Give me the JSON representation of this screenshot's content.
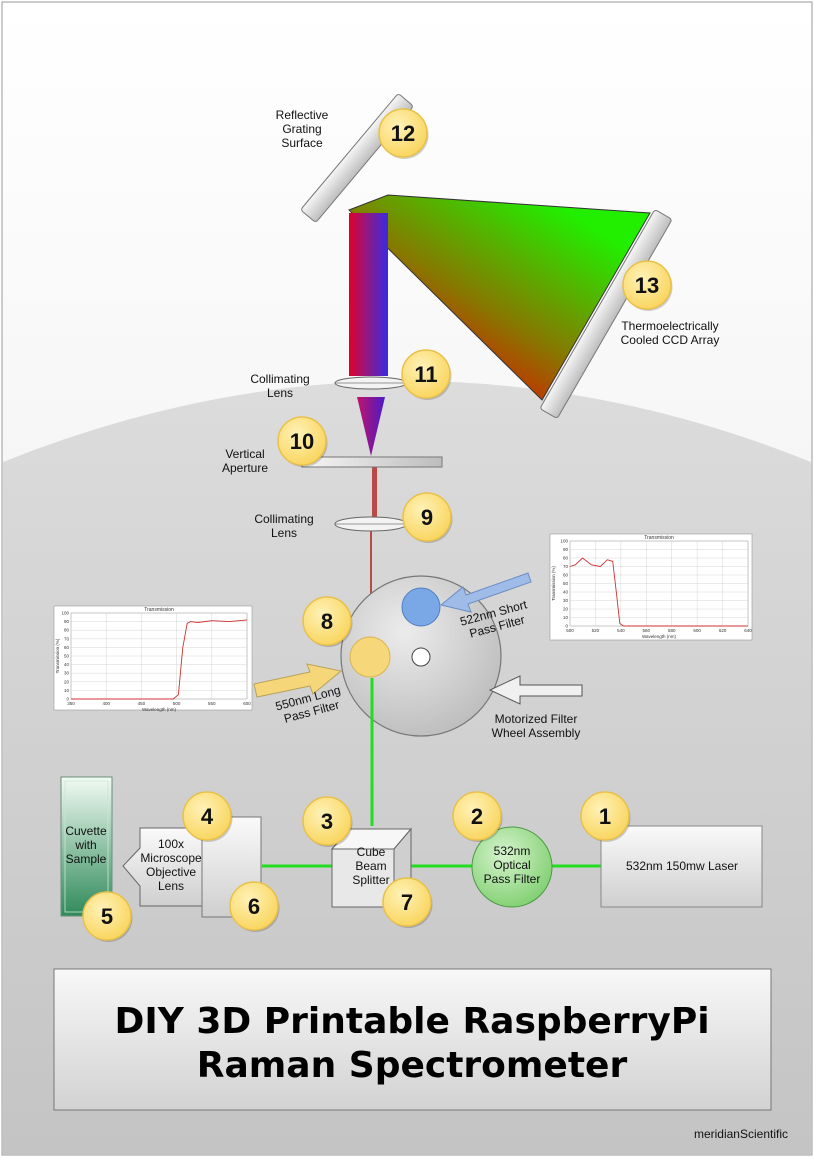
{
  "title": {
    "line1": "DIY 3D Printable RaspberryPi",
    "line2": "Raman Spectrometer"
  },
  "credit": "meridianScientific",
  "components": [
    {
      "n": "1",
      "lines": [
        "532nm 150mw Laser"
      ]
    },
    {
      "n": "2",
      "lines": [
        "532nm",
        "Optical",
        "Pass Filter"
      ]
    },
    {
      "n": "3",
      "lines": [
        "Cube",
        "Beam",
        "Splitter"
      ]
    },
    {
      "n": "4",
      "lines": [
        "100x",
        "Microscope",
        "Objective",
        "Lens"
      ]
    },
    {
      "n": "5",
      "lines": [
        "Cuvette",
        "with",
        "Sample"
      ]
    },
    {
      "n": "6",
      "lines": []
    },
    {
      "n": "7",
      "lines": []
    },
    {
      "n": "8",
      "lines": [
        "550nm Long",
        "Pass Filter"
      ]
    },
    {
      "n": "9",
      "lines": [
        "Collimating",
        "Lens"
      ]
    },
    {
      "n": "10",
      "lines": [
        "Vertical",
        "Aperture"
      ]
    },
    {
      "n": "11",
      "lines": [
        "Collimating",
        "Lens"
      ]
    },
    {
      "n": "12",
      "lines": [
        "Reflective",
        "Grating",
        "Surface"
      ]
    },
    {
      "n": "13",
      "lines": [
        "Thermoelectrically",
        "Cooled CCD Array"
      ]
    }
  ],
  "filter_wheel": {
    "lines": [
      "Motorized Filter",
      "Wheel Assembly"
    ],
    "short_pass_lines": [
      "522nm Short",
      "Pass Filter"
    ]
  },
  "charts": {
    "long_pass": {
      "title": "Transmission",
      "ylabel": "Transmission (%)",
      "xlabel": "Wavelength (nm)",
      "yticks": [
        "100",
        "90",
        "80",
        "70",
        "60",
        "50",
        "40",
        "30",
        "20",
        "10",
        "0"
      ],
      "xticks": [
        "350",
        "400",
        "450",
        "500",
        "550",
        "600"
      ]
    },
    "short_pass": {
      "title": "Transmission",
      "ylabel": "Transmission (%)",
      "xlabel": "Wavelength (nm)",
      "yticks": [
        "100",
        "90",
        "80",
        "70",
        "60",
        "50",
        "40",
        "30",
        "20",
        "10",
        "0"
      ],
      "xticks": [
        "500",
        "520",
        "540",
        "560",
        "580",
        "600",
        "620",
        "640"
      ]
    }
  },
  "colors": {
    "laser": "#22dd22",
    "beam_red": "#b84a4a",
    "badge": "#fde27c",
    "badge_border": "#e8c04a",
    "grating_green": "#22ee00",
    "grating_red": "#ee0000",
    "filter_blue": "#7aa7e6",
    "filter_yellow": "#f5d77a",
    "optical_filter": "#98d98a"
  }
}
